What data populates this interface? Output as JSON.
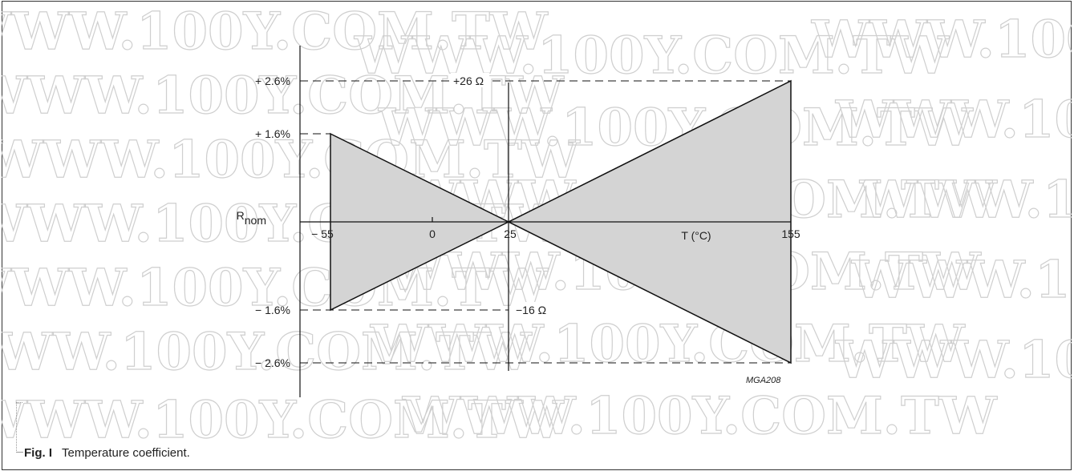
{
  "watermark": {
    "text": "WWW.100Y.COM.TW"
  },
  "diagram": {
    "y_labels": {
      "plus_2_6": "+ 2.6%",
      "plus_1_6": "+ 1.6%",
      "rnom_main": "R",
      "rnom_sub": "nom",
      "minus_1_6": "− 1.6%",
      "minus_2_6": "− 2.6%"
    },
    "x_labels": {
      "minus_55": "− 55",
      "zero": "0",
      "t25": "25",
      "axis_title": "T (°C)",
      "t155": "155"
    },
    "annotations": {
      "plus_26_ohm": "+26 Ω",
      "minus_16_ohm": "−16 Ω",
      "code": "MGA208"
    }
  },
  "caption": {
    "fig_label": "Fig. I",
    "text": "Temperature coefficient."
  },
  "colors": {
    "fill": "#d4d4d4",
    "line": "#111111"
  }
}
